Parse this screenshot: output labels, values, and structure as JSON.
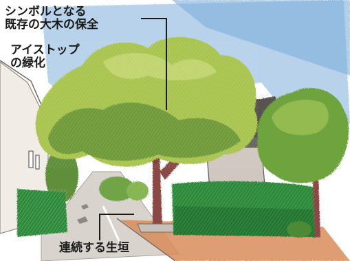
{
  "annotations": {
    "tree": {
      "line1": "シンボルとなる",
      "line2": "既存の大木の保全"
    },
    "roof": {
      "line1": "アイストップ",
      "line2": "の緑化"
    },
    "hedge": {
      "text": "連続する生垣"
    }
  },
  "colors": {
    "sky": "#9fc3e3",
    "foliage_light": "#a9c44f",
    "foliage_dark": "#4f7a2e",
    "hedge": "#2f8a3a",
    "trunk": "#8a4a44",
    "road": "#d8d3cc",
    "sidewalk": "#d98c5a",
    "text": "#1a1a1a"
  }
}
